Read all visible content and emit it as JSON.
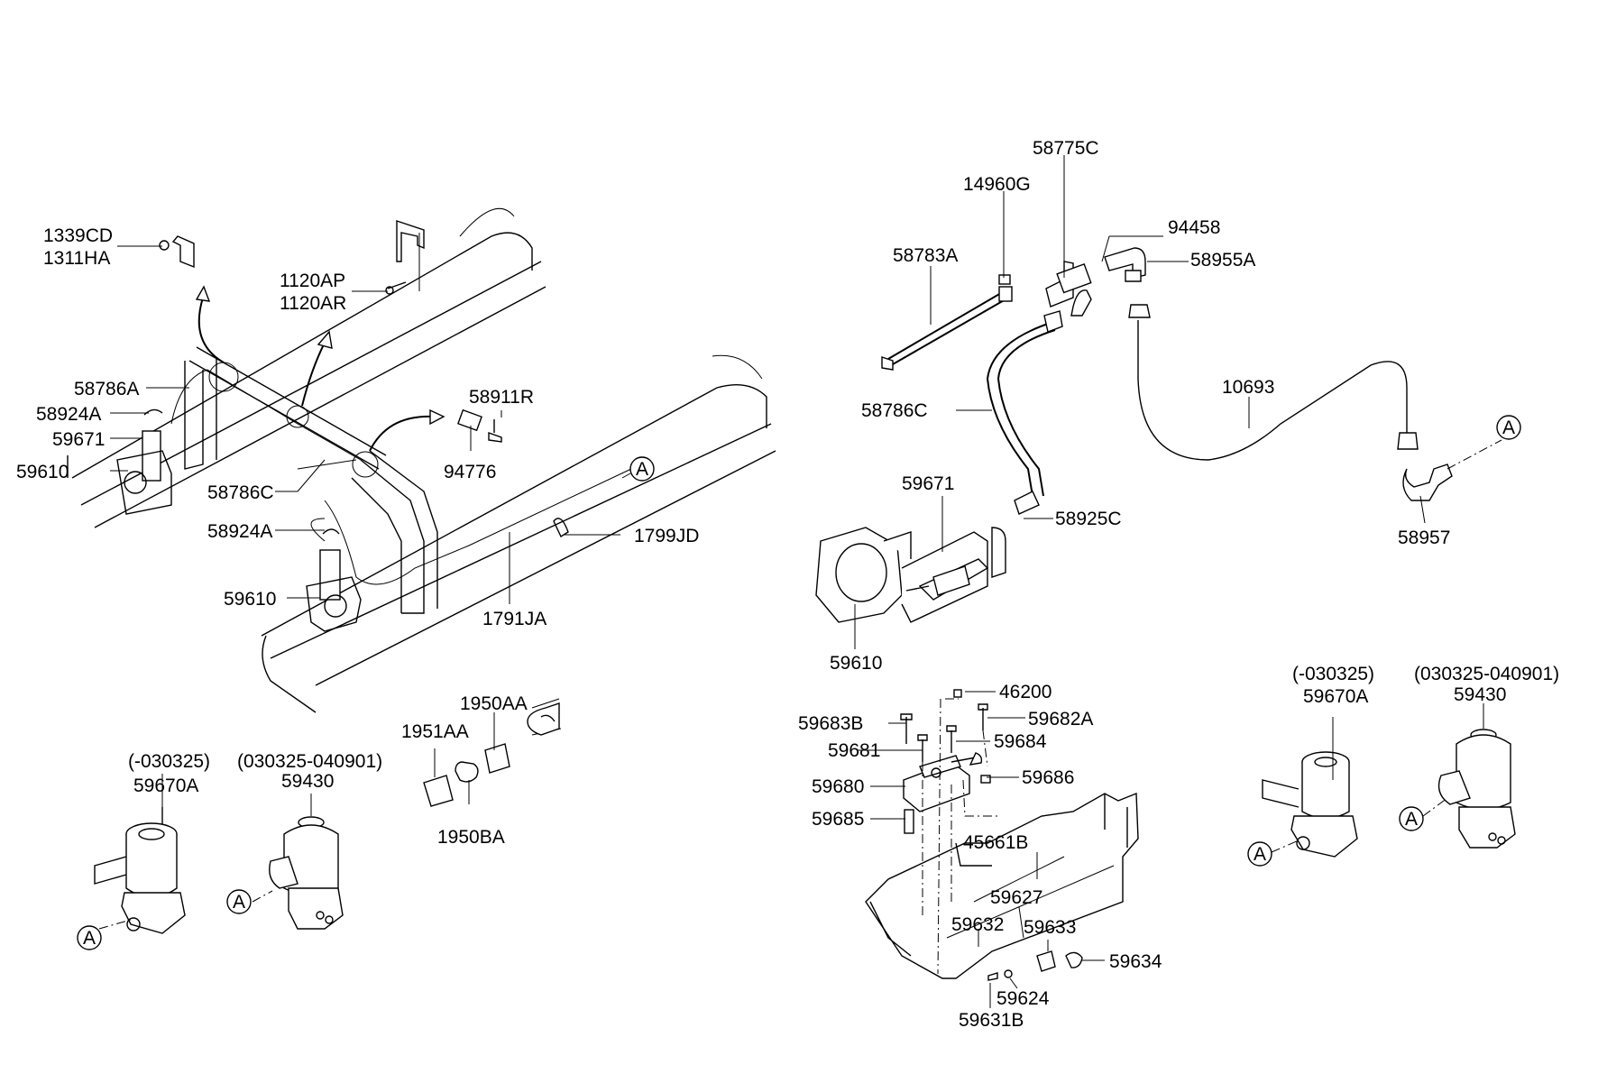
{
  "labels": {
    "p1339CD": "1339CD",
    "p1311HA": "1311HA",
    "p1120AP": "1120AP",
    "p1120AR": "1120AR",
    "p58786A": "58786A",
    "p58924A_1": "58924A",
    "p59671_1": "59671",
    "p59610_1": "59610",
    "p58911R": "58911R",
    "p94776": "94776",
    "p58786C_1": "58786C",
    "p58924A_2": "58924A",
    "p59610_2": "59610",
    "p1799JD": "1799JD",
    "p1791JA": "1791JA",
    "p1950AA": "1950AA",
    "p1951AA": "1951AA",
    "p1950BA": "1950BA",
    "rev1_L": "(-030325)",
    "p59670A_L": "59670A",
    "rev2_L": "(030325-040901)",
    "p59430_L": "59430",
    "p58775C": "58775C",
    "p14960G": "14960G",
    "p94458": "94458",
    "p58783A": "58783A",
    "p58955A": "58955A",
    "p10693": "10693",
    "p58786C_2": "58786C",
    "p59671_2": "59671",
    "p58925C": "58925C",
    "p58957": "58957",
    "p59610_3": "59610",
    "p46200": "46200",
    "p59683B": "59683B",
    "p59682A": "59682A",
    "p59681": "59681",
    "p59684": "59684",
    "p59680": "59680",
    "p59686": "59686",
    "p59685": "59685",
    "p45661B": "45661B",
    "p59627": "59627",
    "p59632": "59632",
    "p59633": "59633",
    "p59634": "59634",
    "p59624": "59624",
    "p59631B": "59631B",
    "rev1_R": "(-030325)",
    "p59670A_R": "59670A",
    "rev2_R": "(030325-040901)",
    "p59430_R": "59430"
  },
  "refs": {
    "letter": "A"
  }
}
